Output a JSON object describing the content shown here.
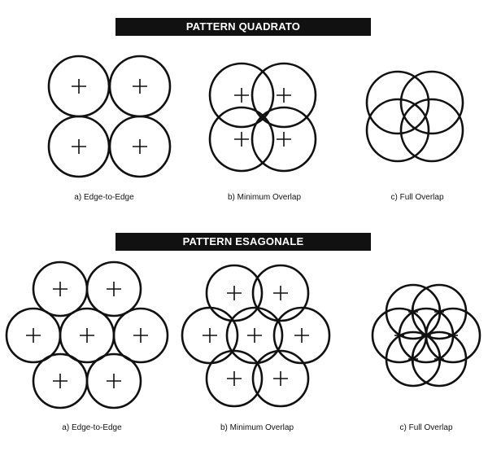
{
  "sections": [
    {
      "title": "PATTERN QUADRATO",
      "patterns": [
        {
          "caption": "a) Edge-to-Edge",
          "arrangement": "square",
          "overlap": "edge-to-edge",
          "marked_centers": true
        },
        {
          "caption": "b) Minimum Overlap",
          "arrangement": "square",
          "overlap": "minimum",
          "marked_centers": true
        },
        {
          "caption": "c) Full Overlap",
          "arrangement": "square",
          "overlap": "full",
          "marked_centers": false
        }
      ]
    },
    {
      "title": "PATTERN ESAGONALE",
      "patterns": [
        {
          "caption": "a) Edge-to-Edge",
          "arrangement": "hexagonal",
          "overlap": "edge-to-edge",
          "marked_centers": true
        },
        {
          "caption": "b) Minimum Overlap",
          "arrangement": "hexagonal",
          "overlap": "minimum",
          "marked_centers": true
        },
        {
          "caption": "c) Full Overlap",
          "arrangement": "hexagonal",
          "overlap": "full",
          "marked_centers": true
        }
      ]
    }
  ],
  "colors": {
    "ink": "#111111",
    "banner_bg": "#111111",
    "banner_text": "#ffffff",
    "background": "#ffffff"
  }
}
